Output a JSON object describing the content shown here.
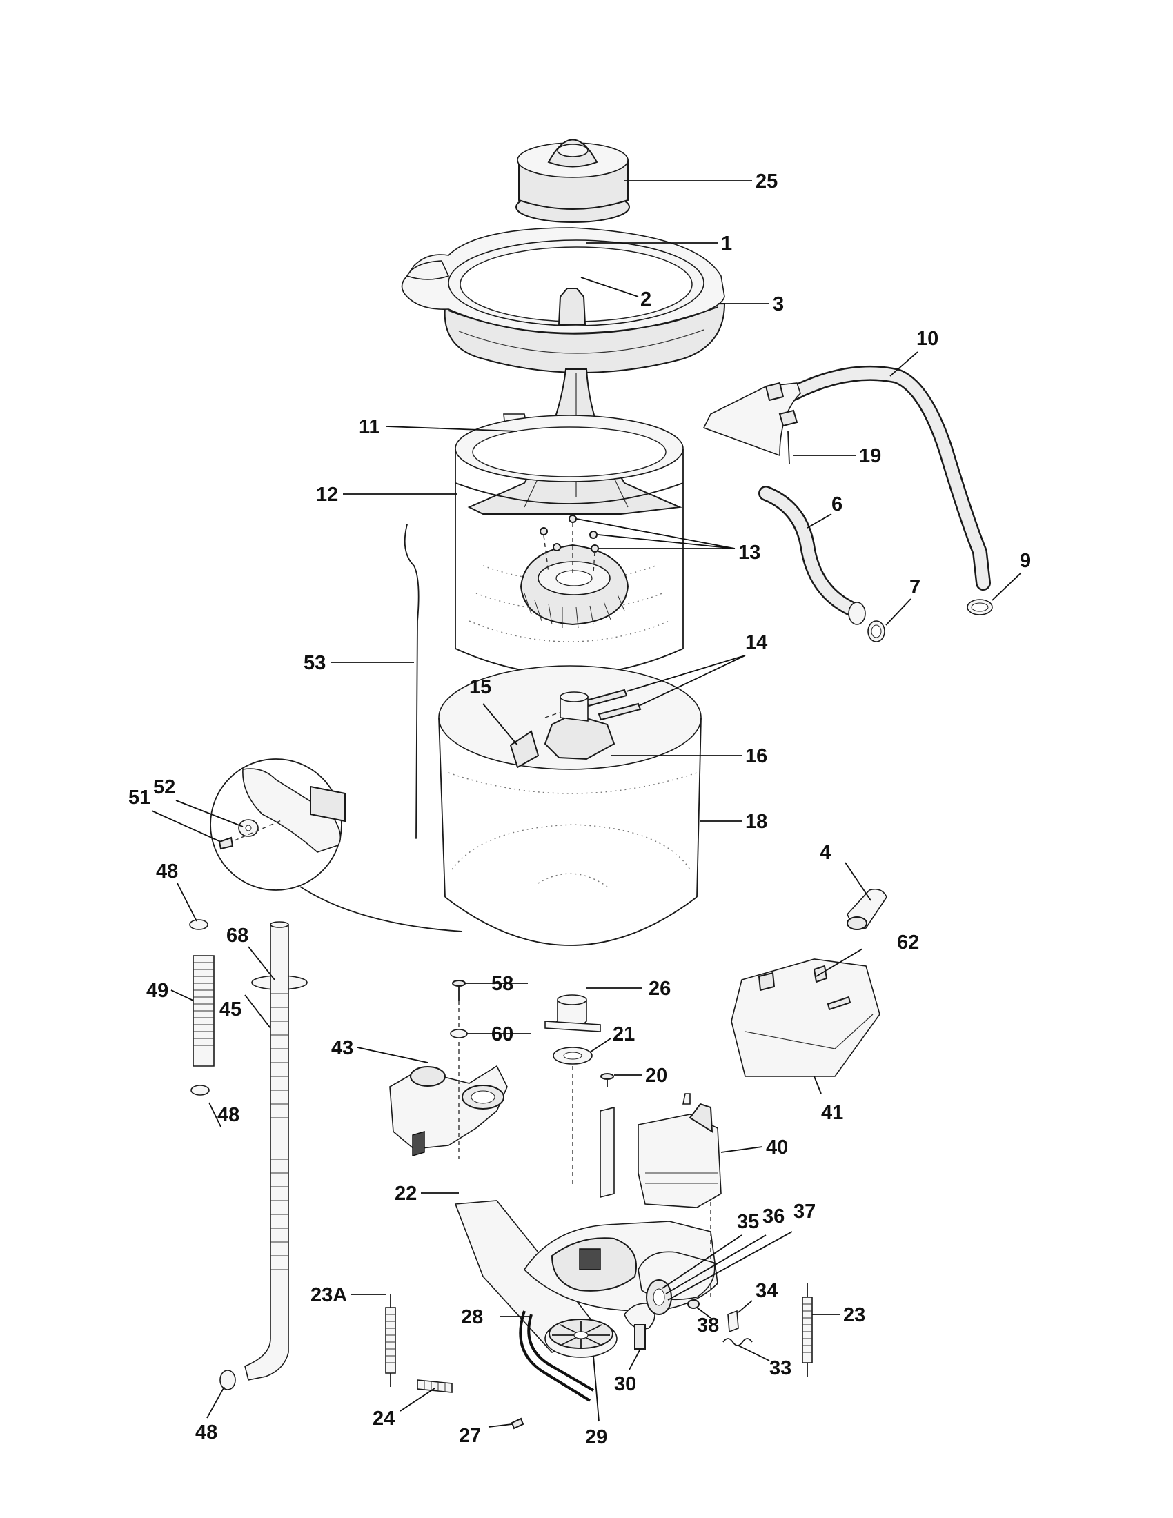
{
  "callouts": [
    {
      "id": "25",
      "label": "25"
    },
    {
      "id": "1",
      "label": "1"
    },
    {
      "id": "2",
      "label": "2"
    },
    {
      "id": "3",
      "label": "3"
    },
    {
      "id": "10",
      "label": "10"
    },
    {
      "id": "11",
      "label": "11"
    },
    {
      "id": "19",
      "label": "19"
    },
    {
      "id": "12",
      "label": "12"
    },
    {
      "id": "6",
      "label": "6"
    },
    {
      "id": "13",
      "label": "13"
    },
    {
      "id": "9",
      "label": "9"
    },
    {
      "id": "7",
      "label": "7"
    },
    {
      "id": "53",
      "label": "53"
    },
    {
      "id": "14",
      "label": "14"
    },
    {
      "id": "15",
      "label": "15"
    },
    {
      "id": "16",
      "label": "16"
    },
    {
      "id": "52",
      "label": "52"
    },
    {
      "id": "51",
      "label": "51"
    },
    {
      "id": "18",
      "label": "18"
    },
    {
      "id": "4",
      "label": "4"
    },
    {
      "id": "48a",
      "label": "48"
    },
    {
      "id": "68",
      "label": "68"
    },
    {
      "id": "62",
      "label": "62"
    },
    {
      "id": "58",
      "label": "58"
    },
    {
      "id": "26",
      "label": "26"
    },
    {
      "id": "49",
      "label": "49"
    },
    {
      "id": "45",
      "label": "45"
    },
    {
      "id": "60",
      "label": "60"
    },
    {
      "id": "21",
      "label": "21"
    },
    {
      "id": "43",
      "label": "43"
    },
    {
      "id": "20",
      "label": "20"
    },
    {
      "id": "41",
      "label": "41"
    },
    {
      "id": "48b",
      "label": "48"
    },
    {
      "id": "40",
      "label": "40"
    },
    {
      "id": "22",
      "label": "22"
    },
    {
      "id": "35",
      "label": "35"
    },
    {
      "id": "36",
      "label": "36"
    },
    {
      "id": "37",
      "label": "37"
    },
    {
      "id": "34",
      "label": "34"
    },
    {
      "id": "23A",
      "label": "23A"
    },
    {
      "id": "23",
      "label": "23"
    },
    {
      "id": "38",
      "label": "38"
    },
    {
      "id": "28",
      "label": "28"
    },
    {
      "id": "33",
      "label": "33"
    },
    {
      "id": "24",
      "label": "24"
    },
    {
      "id": "30",
      "label": "30"
    },
    {
      "id": "48c",
      "label": "48"
    },
    {
      "id": "27",
      "label": "27"
    },
    {
      "id": "29",
      "label": "29"
    }
  ]
}
